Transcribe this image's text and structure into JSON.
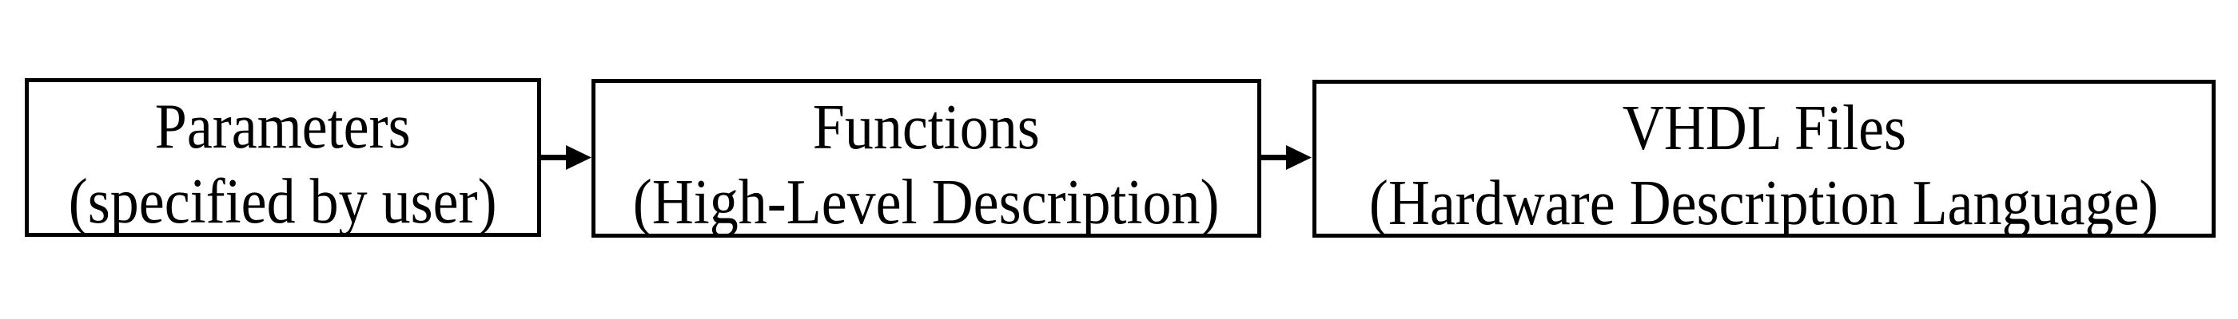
{
  "diagram": {
    "type": "flowchart",
    "direction": "left-to-right",
    "nodes": [
      {
        "id": "parameters",
        "title": "Parameters",
        "subtitle": "(specified by user)"
      },
      {
        "id": "functions",
        "title": "Functions",
        "subtitle": "(High-Level Description)"
      },
      {
        "id": "vhdl-files",
        "title": "VHDL Files",
        "subtitle": "(Hardware Description Language)"
      }
    ],
    "edges": [
      {
        "from": "parameters",
        "to": "functions"
      },
      {
        "from": "functions",
        "to": "vhdl-files"
      }
    ],
    "colors": {
      "stroke": "#000000",
      "fill": "#ffffff",
      "text": "#000000"
    }
  }
}
